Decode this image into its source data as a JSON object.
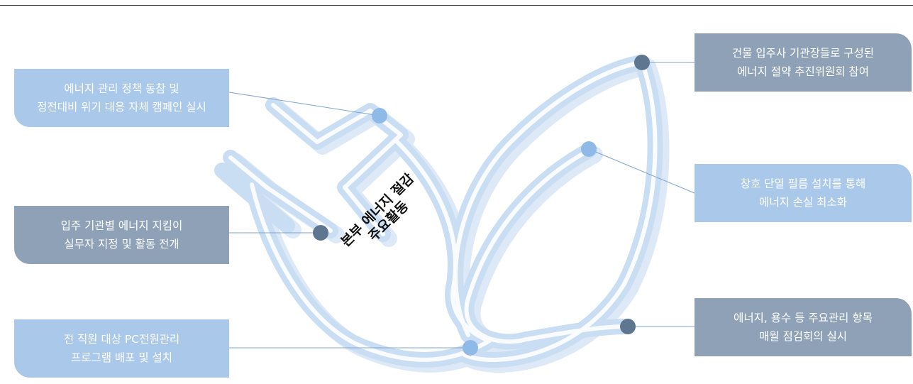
{
  "center_title": {
    "line1": "본부 에너지 절감",
    "line2": "주요활동"
  },
  "left_boxes": [
    {
      "line1": "에너지 관리 정책 동참 및",
      "line2": "정전대비 위기 대응 자체 캠페인 실시"
    },
    {
      "line1": "입주 기관별 에너지 지킴이",
      "line2": "실무자 지정 및 활동 전개"
    },
    {
      "line1": "전 직원 대상 PC전원관리",
      "line2": "프로그램 배포 및 설치"
    }
  ],
  "right_boxes": [
    {
      "line1": "건물 입주사 기관장들로 구성된",
      "line2": "에너지 절약 추진위원회 참여"
    },
    {
      "line1": "창호 단열 필름 설치를 통해",
      "line2": "에너지 손실 최소화"
    },
    {
      "line1": "에너지, 용수 등 주요관리 항목",
      "line2": "매월 점검회의 실시"
    }
  ],
  "colors": {
    "light_box": "#a9c8ea",
    "dark_box": "#8ea1b6",
    "light_dot": "#8fb9e6",
    "dark_dot": "#5f7690",
    "outline": "#c9ddf3",
    "connector": "#7ea4cf"
  }
}
